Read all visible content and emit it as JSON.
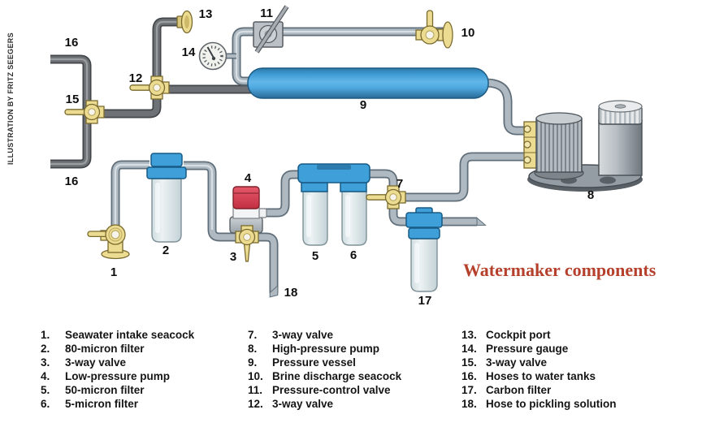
{
  "credit": "ILLUSTRATION BY FRITZ SEEGERS",
  "title": "Watermaker components",
  "colors": {
    "title_accent": "#b5402c",
    "legend_text": "#151515",
    "pipe_dark": "#6e7276",
    "pipe_light": "#aeb9c2",
    "component_blue": "#3f9fd8",
    "brass_yellow": "#ecdc92",
    "pump_red": "#d84455"
  },
  "diagram": {
    "labels": {
      "1": "1",
      "2": "2",
      "3": "3",
      "4": "4",
      "5": "5",
      "6": "6",
      "7": "7",
      "8": "8",
      "9": "9",
      "10": "10",
      "11": "11",
      "12": "12",
      "13": "13",
      "14": "14",
      "15": "15",
      "16": "16",
      "17": "17",
      "18": "18"
    }
  },
  "legend": {
    "columns": [
      {
        "items": [
          {
            "num": "1.",
            "label": "Seawater intake seacock"
          },
          {
            "num": "2.",
            "label": "80-micron filter"
          },
          {
            "num": "3.",
            "label": "3-way valve"
          },
          {
            "num": "4.",
            "label": "Low-pressure pump"
          },
          {
            "num": "5.",
            "label": "50-micron filter"
          },
          {
            "num": "6.",
            "label": "5-micron filter"
          }
        ]
      },
      {
        "items": [
          {
            "num": "7.",
            "label": "3-way valve"
          },
          {
            "num": "8.",
            "label": "High-pressure pump"
          },
          {
            "num": "9.",
            "label": "Pressure vessel"
          },
          {
            "num": "10.",
            "label": "Brine discharge seacock"
          },
          {
            "num": "11.",
            "label": "Pressure-control valve"
          },
          {
            "num": "12.",
            "label": "3-way valve"
          }
        ]
      },
      {
        "items": [
          {
            "num": "13.",
            "label": "Cockpit port"
          },
          {
            "num": "14.",
            "label": "Pressure gauge"
          },
          {
            "num": "15.",
            "label": "3-way valve"
          },
          {
            "num": "16.",
            "label": "Hoses to water tanks"
          },
          {
            "num": "17.",
            "label": "Carbon filter"
          },
          {
            "num": "18.",
            "label": "Hose to pickling solution"
          }
        ]
      }
    ]
  }
}
